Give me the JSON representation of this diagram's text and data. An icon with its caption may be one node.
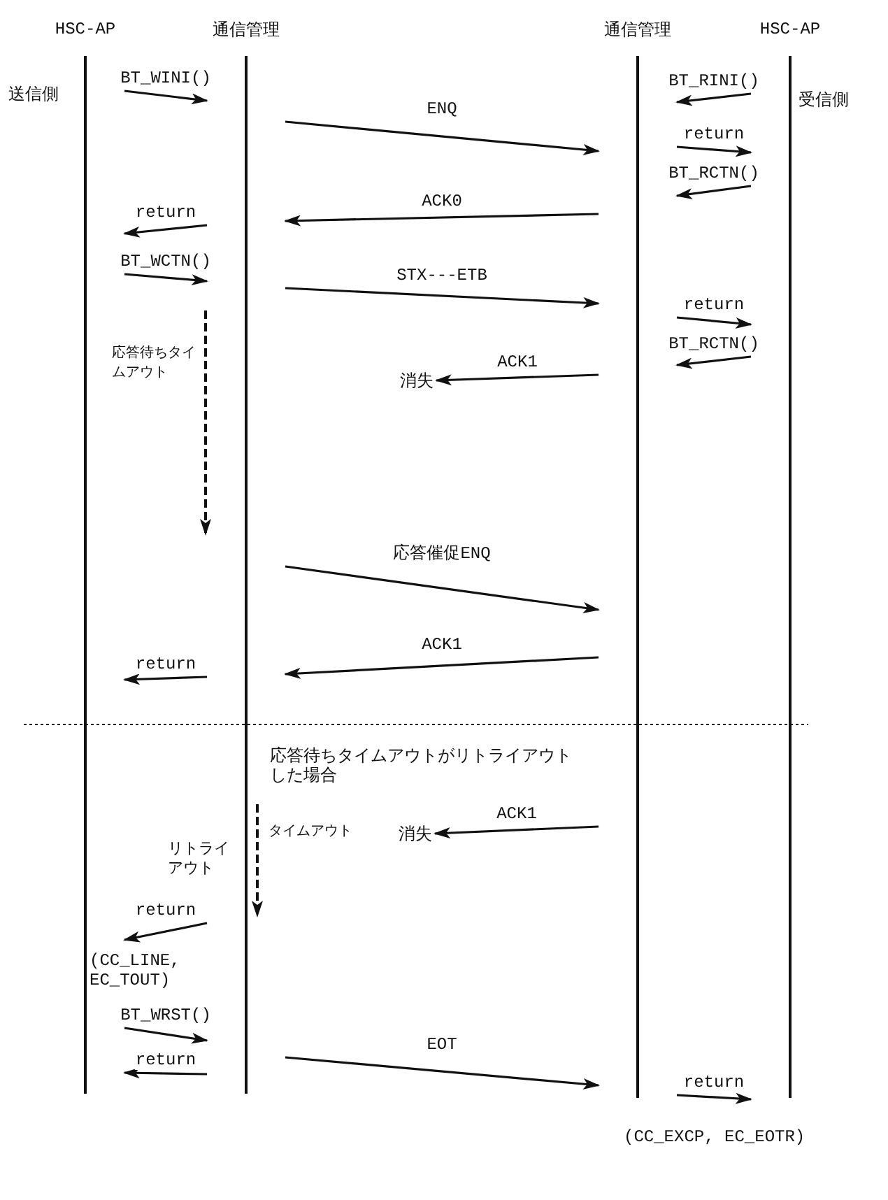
{
  "diagram": {
    "nodes": [
      {
        "text": [
          "HSC-AP"
        ],
        "beside": [
          "送信側"
        ]
      },
      {
        "text": [
          "通信管理"
        ]
      },
      {
        "text": [
          "通信管理"
        ]
      },
      {
        "text": [
          "HSC-AP"
        ],
        "beside": [
          "受信側"
        ]
      },
      {
        "text": [
          "消失"
        ]
      },
      {
        "text": [
          "消失"
        ]
      }
    ],
    "edges": [
      {
        "from": 0,
        "to": 1,
        "arrow": "to",
        "label": "BT_WINI()"
      },
      {
        "from": 3,
        "to": 2,
        "arrow": "to",
        "label": "BT_RINI()"
      },
      {
        "from": 1,
        "to": 2,
        "arrow": "to",
        "label": "ENQ"
      },
      {
        "from": 2,
        "to": 3,
        "arrow": "to",
        "label": "return"
      },
      {
        "from": 3,
        "to": 2,
        "arrow": "to",
        "label": "BT_RCTN()"
      },
      {
        "from": 2,
        "to": 1,
        "arrow": "to",
        "label": "ACK0"
      },
      {
        "from": 1,
        "to": 0,
        "arrow": "to",
        "label": "return"
      },
      {
        "from": 0,
        "to": 1,
        "arrow": "to",
        "label": "BT_WCTN()"
      },
      {
        "from": 1,
        "to": 2,
        "arrow": "to",
        "label": "STX---ETB"
      },
      {
        "from": 2,
        "to": 3,
        "arrow": "to",
        "label": "return"
      },
      {
        "from": 3,
        "to": 2,
        "arrow": "to",
        "label": "BT_RCTN()"
      },
      {
        "from": 2,
        "to": 4,
        "arrow": "to",
        "label": "ACK1"
      },
      {
        "from": 1,
        "to": 2,
        "arrow": "to",
        "label": "応答催促ENQ"
      },
      {
        "from": 2,
        "to": 1,
        "arrow": "to",
        "label": "ACK1"
      },
      {
        "from": 1,
        "to": 0,
        "arrow": "to",
        "label": "return"
      },
      {
        "from": 2,
        "to": 5,
        "arrow": "to",
        "label": "ACK1"
      },
      {
        "from": 1,
        "to": 0,
        "arrow": "to",
        "label": "return"
      },
      {
        "from": 0,
        "to": 1,
        "arrow": "to",
        "label": "BT_WRST()"
      },
      {
        "from": 1,
        "to": 0,
        "arrow": "to",
        "label": "return"
      },
      {
        "from": 1,
        "to": 2,
        "arrow": "to",
        "label": "EOT"
      },
      {
        "from": 2,
        "to": 3,
        "arrow": "to",
        "label": "return"
      }
    ],
    "labels": [
      "応答待ちタイムアウト",
      "応答待ちタイムアウトがリトライアウトした場合",
      "タイムアウト",
      "リトライアウト",
      "(CC_LINE, EC_TOUT)",
      "(CC_EXCP, EC_EOTR)"
    ]
  }
}
